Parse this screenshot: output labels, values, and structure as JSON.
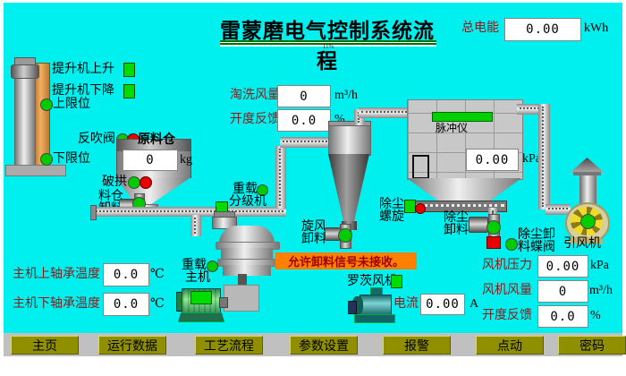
{
  "header": {
    "title": "雷蒙磨电气控制系统流程",
    "title_tick": "11%",
    "total_energy": {
      "label": "总电能",
      "value": "0.00",
      "unit": "kWh"
    }
  },
  "elevator": {
    "up_label": "提升机上升",
    "down_label": "提升机下降",
    "upper_limit_label": "上限位",
    "lower_limit_label": "下限位"
  },
  "feed": {
    "blowback_label": "反吹阀",
    "silo_label": "原料仓",
    "silo_value": "0",
    "silo_unit": "kg",
    "break_arch_label": "破拱",
    "discharge_line1": "料仓",
    "discharge_line2": "卸料"
  },
  "wash": {
    "flow_label": "淘洗风量",
    "flow_value": "0",
    "flow_unit": "m³/h",
    "opening_label": "开度反馈",
    "opening_value": "0.0",
    "opening_unit": "%"
  },
  "mill": {
    "classifier_line1": "重载",
    "classifier_line2": "分级机",
    "main_line1": "重载",
    "main_line2": "主机"
  },
  "cyclone": {
    "line1": "旋风",
    "line2": "卸料"
  },
  "baghouse": {
    "pulse_label": "脉冲仪",
    "pressure_value": "0.00",
    "pressure_unit": "kPa",
    "screw_line1": "除尘",
    "screw_line2": "螺旋",
    "discharge_line1": "除尘",
    "discharge_line2": "卸料",
    "valve_line1": "除尘卸",
    "valve_line2": "料蝶阀"
  },
  "fan": {
    "label": "引风机",
    "pressure_label": "风机压力",
    "pressure_value": "0.00",
    "pressure_unit": "kPa",
    "flow_label": "风机风量",
    "flow_value": "0",
    "flow_unit": "m³/h",
    "opening_label": "开度反馈",
    "opening_value": "0.0",
    "opening_unit": "%"
  },
  "blower": {
    "label": "罗茨风机",
    "current_label": "电流",
    "current_value": "0.00",
    "current_unit": "A"
  },
  "bearings": {
    "upper_label": "主机上轴承温度",
    "upper_value": "0.0",
    "upper_unit": "℃",
    "lower_label": "主机下轴承温度",
    "lower_value": "0.0",
    "lower_unit": "℃"
  },
  "banner": {
    "text": "允许卸料信号未接收。"
  },
  "nav": {
    "items": [
      {
        "label": "主页"
      },
      {
        "label": "运行数据"
      },
      {
        "label": "工艺流程"
      },
      {
        "label": "参数设置"
      },
      {
        "label": "报警"
      },
      {
        "label": "点动"
      },
      {
        "label": "密码"
      }
    ]
  },
  "colors": {
    "background": "#00EFEF",
    "led_green": "#00DC00",
    "alarm_red": "#E80000",
    "banner_bg": "#FF8000",
    "banner_text": "#A00000",
    "button_bg": "#8F8F00",
    "title_underline": "#007000",
    "label_maroon": "#8B1A1A"
  }
}
